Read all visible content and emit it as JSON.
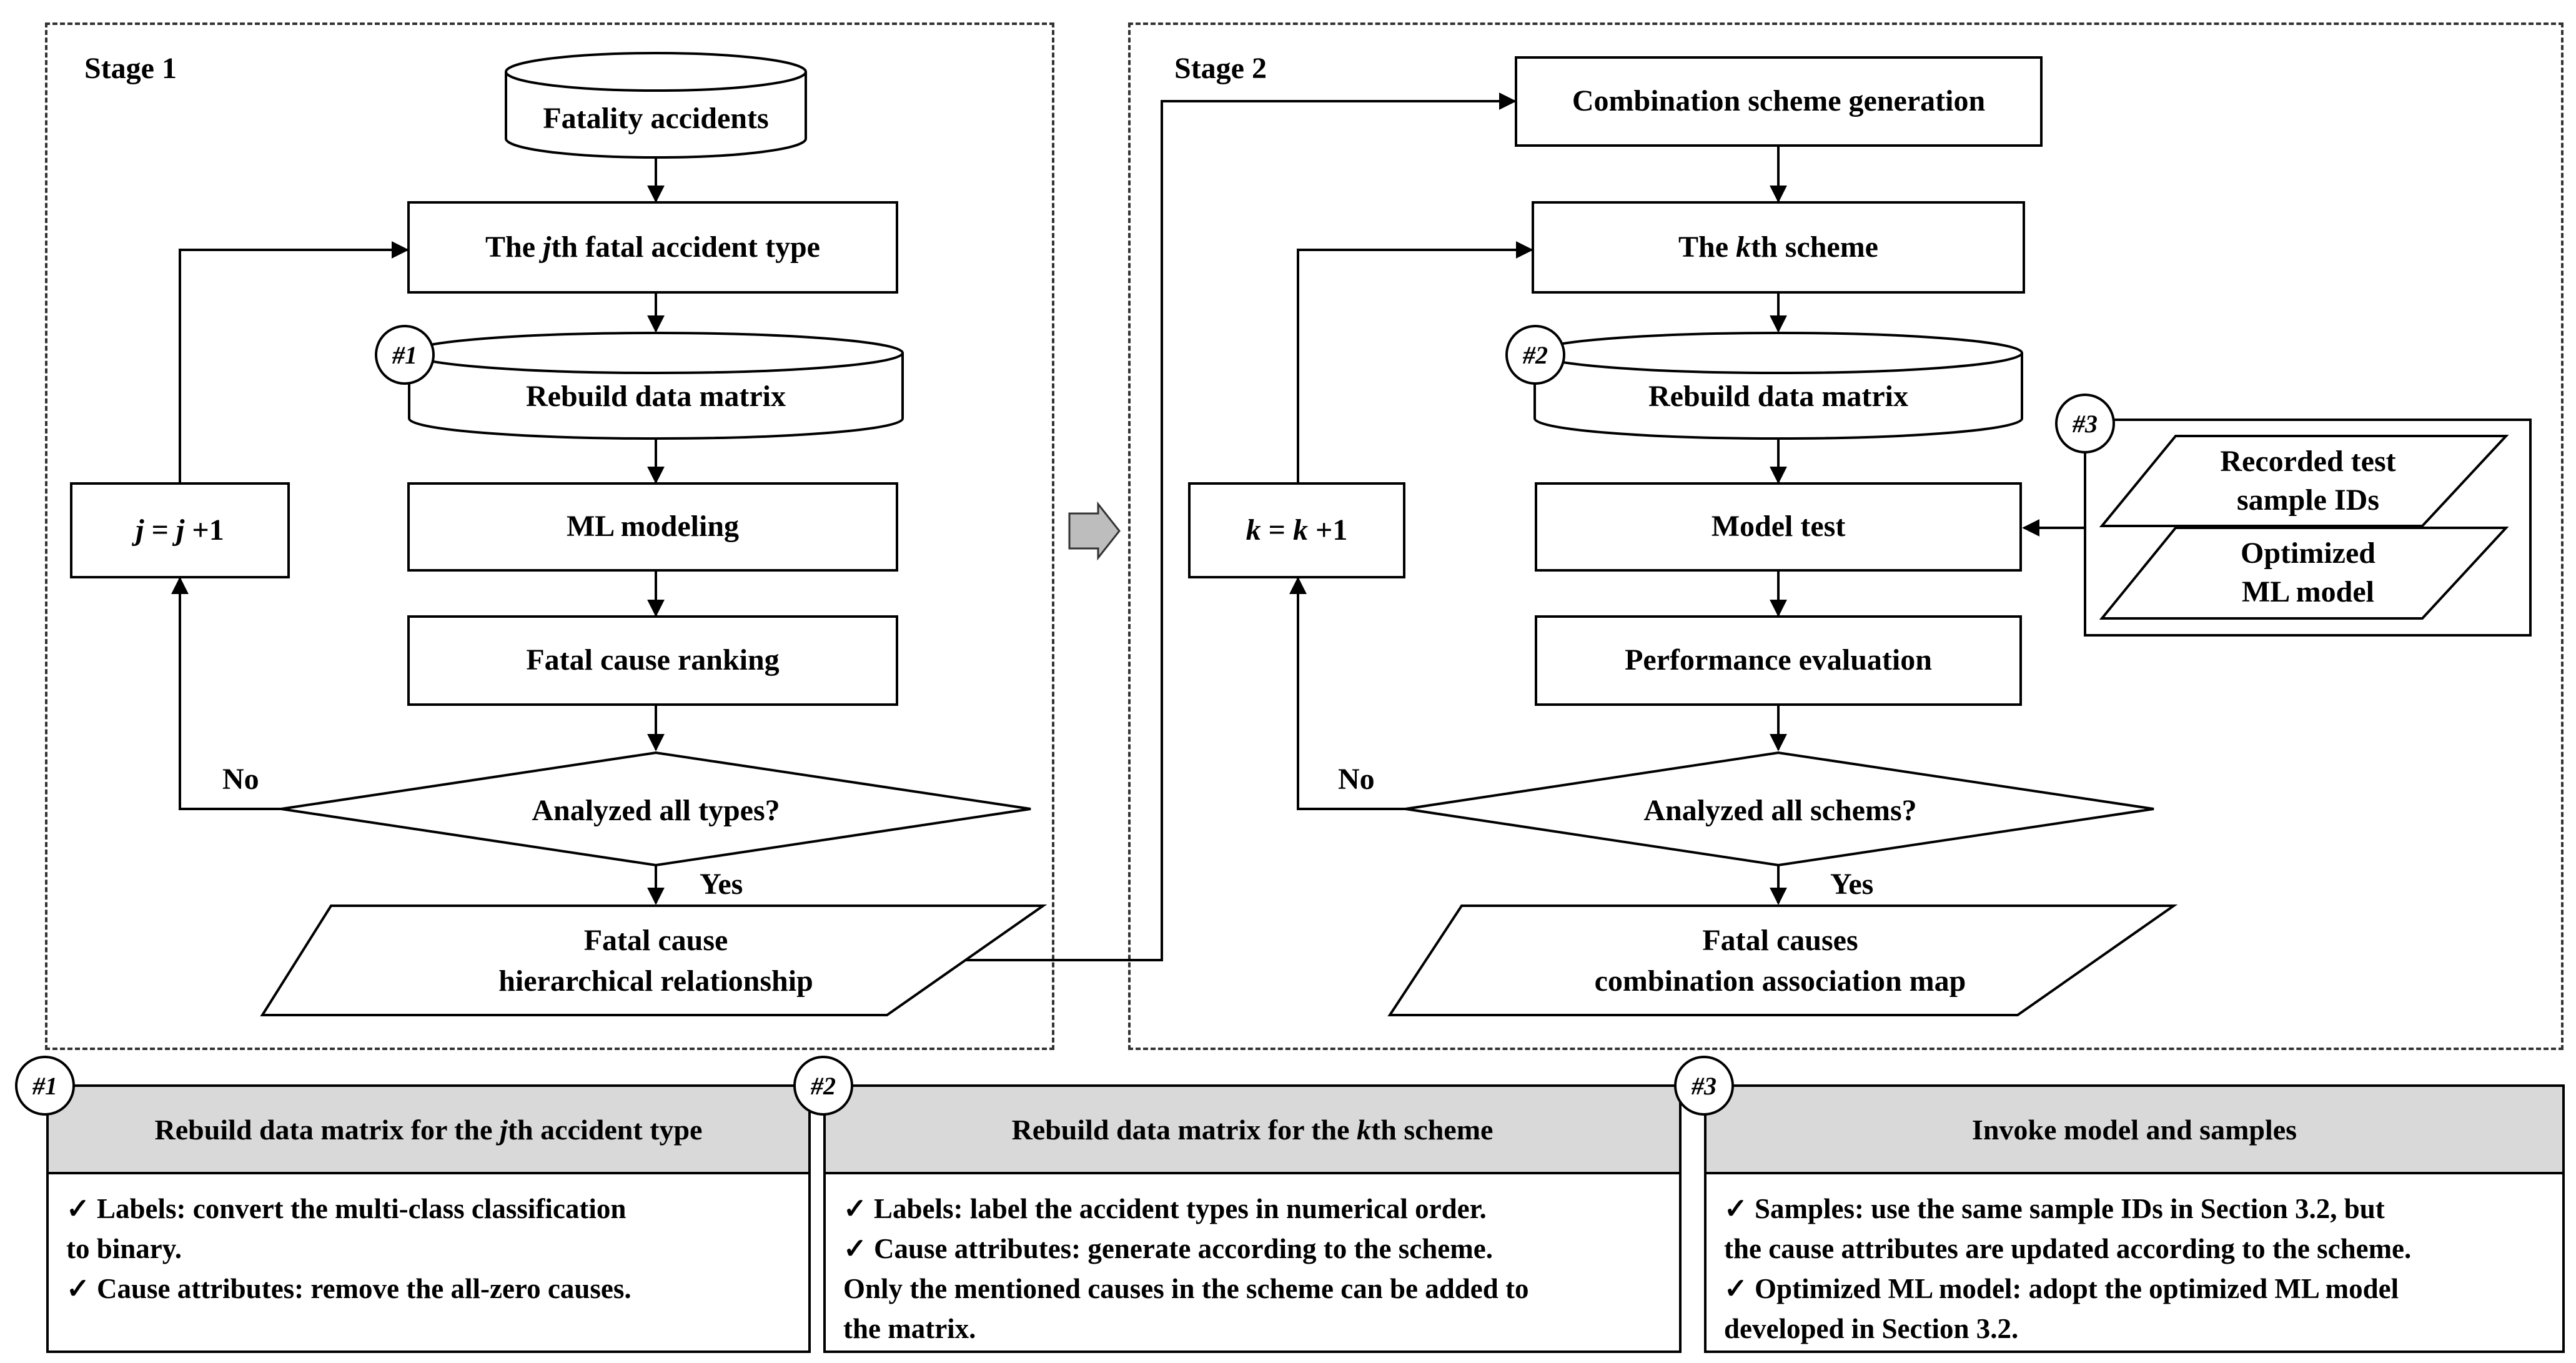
{
  "stage1": {
    "label": "Stage 1",
    "start": "Fatality accidents",
    "type_pre": "The ",
    "type_var": "j",
    "type_post": "th fatal accident type",
    "rebuild": "Rebuild data matrix",
    "modeling": "ML modeling",
    "ranking": "Fatal cause ranking",
    "decision": "Analyzed all types?",
    "no": "No",
    "yes": "Yes",
    "counter_var1": "j",
    "counter_mid": " = ",
    "counter_var2": "j",
    "counter_end": " +1",
    "output_line1": "Fatal cause",
    "output_line2": "hierarchical relationship",
    "badge": "#1"
  },
  "stage2": {
    "label": "Stage 2",
    "start": "Combination scheme generation",
    "scheme_pre": "The ",
    "scheme_var": "k",
    "scheme_post": "th scheme",
    "rebuild": "Rebuild data matrix",
    "test": "Model test",
    "evaluation": "Performance evaluation",
    "decision": "Analyzed all schems?",
    "no": "No",
    "yes": "Yes",
    "counter_var1": "k",
    "counter_mid": " = ",
    "counter_var2": "k",
    "counter_end": " +1",
    "output_line1": "Fatal causes",
    "output_line2": "combination association map",
    "badge": "#2",
    "inputs_badge": "#3",
    "input1_line1": "Recorded test",
    "input1_line2": "sample IDs",
    "input2_line1": "Optimized",
    "input2_line2": "ML model"
  },
  "panels": [
    {
      "badge": "#1",
      "title_pre": "Rebuild data matrix for the ",
      "title_var": "j",
      "title_post": "th accident type",
      "line1": "✓   Labels: convert the multi-class classification",
      "line2": "to  binary.",
      "line3": "✓   Cause attributes: remove the all-zero causes.",
      "line4": ""
    },
    {
      "badge": "#2",
      "title_pre": "Rebuild data matrix for the ",
      "title_var": "k",
      "title_post": "th scheme",
      "line1": "✓   Labels: label the accident types in numerical order.",
      "line2": "✓   Cause attributes: generate according to the scheme.",
      "line3": "Only the mentioned causes in the scheme can be added to",
      "line4": "the matrix."
    },
    {
      "badge": "#3",
      "title_pre": "Invoke model and samples",
      "title_var": "",
      "title_post": "",
      "line1": "✓   Samples: use the same sample IDs in Section 3.2, but",
      "line2": "the cause attributes are updated according to the scheme.",
      "line3": "✓   Optimized ML model: adopt the optimized ML model",
      "line4": "developed in Section 3.2."
    }
  ],
  "colors": {
    "line": "#000000",
    "dashed_border": "#333333",
    "panel_header": "#d9d9d9",
    "transfer_arrow": "#bdbdbd"
  }
}
